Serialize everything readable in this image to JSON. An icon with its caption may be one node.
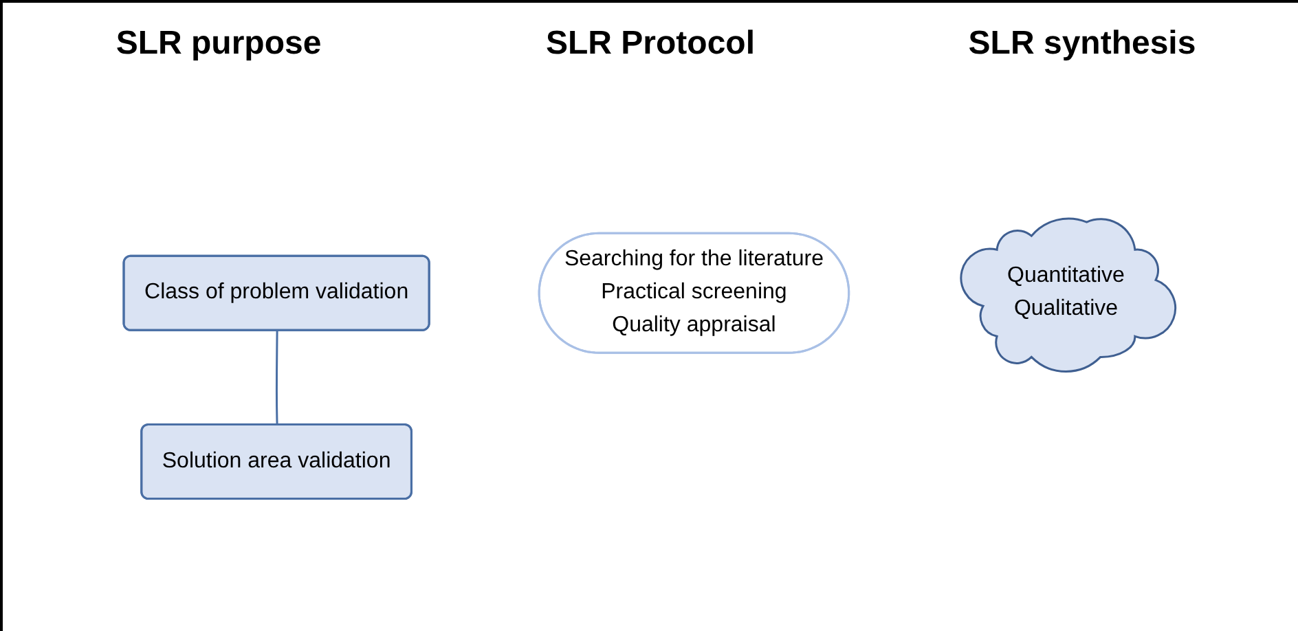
{
  "diagram": {
    "nodes": [
      {
        "text": [
          "Class of problem validation"
        ]
      },
      {
        "text": [
          "Solution area validation"
        ]
      },
      {
        "text": [
          "Searching for the literature",
          "Practical screening",
          "Quality appraisal"
        ]
      },
      {
        "text": [
          "Quantitative",
          "Qualitative"
        ]
      }
    ],
    "edges": [
      {
        "from": 0,
        "to": 1,
        "arrow": "none"
      }
    ],
    "labels": [
      "SLR purpose",
      "SLR Protocol",
      "SLR synthesis"
    ]
  }
}
